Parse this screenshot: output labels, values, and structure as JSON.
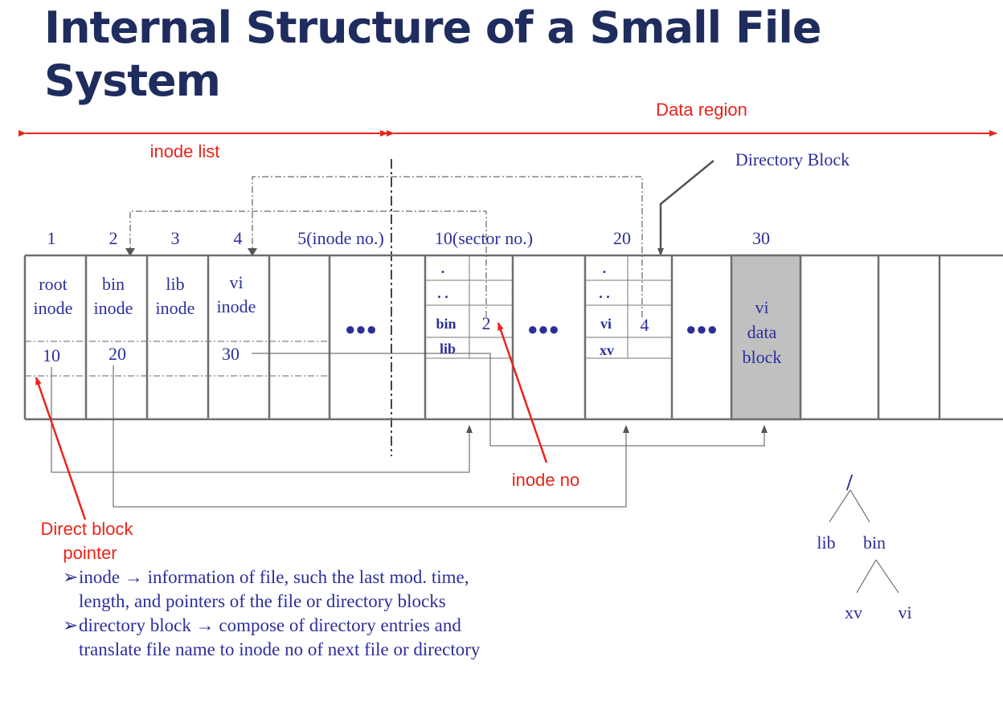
{
  "title": "Internal Structure of a Small File System",
  "labels": {
    "data_region": "Data region",
    "inode_list": "inode list",
    "directory_block": "Directory Block",
    "inode_no": "inode no",
    "direct_block_pointer_line1": "Direct block",
    "direct_block_pointer_line2": "pointer"
  },
  "column_numbers": [
    "1",
    "2",
    "3",
    "4",
    "5(inode no.)",
    "10(sector no.)",
    "20",
    "30"
  ],
  "inodes": [
    {
      "name_line1": "root",
      "name_line2": "inode",
      "pointer": "10"
    },
    {
      "name_line1": "bin",
      "name_line2": "inode",
      "pointer": "20"
    },
    {
      "name_line1": "lib",
      "name_line2": "inode",
      "pointer": ""
    },
    {
      "name_line1": "vi",
      "name_line2": "inode",
      "pointer": "30"
    }
  ],
  "dir_block_10": {
    "entries": [
      {
        "name": ".",
        "inode": ""
      },
      {
        "name": ". .",
        "inode": ""
      },
      {
        "name": "bin",
        "inode": "2"
      },
      {
        "name": "lib",
        "inode": ""
      }
    ]
  },
  "dir_block_20": {
    "entries": [
      {
        "name": ".",
        "inode": ""
      },
      {
        "name": ". .",
        "inode": ""
      },
      {
        "name": "vi",
        "inode": "4"
      },
      {
        "name": "xv",
        "inode": ""
      }
    ]
  },
  "data_block_30": {
    "line1": "vi",
    "line2": "data",
    "line3": "block"
  },
  "ellipsis": "●●●",
  "tree": {
    "root": "/",
    "children": [
      "lib",
      "bin"
    ],
    "bin_children": [
      "xv",
      "vi"
    ]
  },
  "notes": [
    {
      "bullet": "➢",
      "term": "inode",
      "arrow": "→",
      "text": "information of file, such the last mod. time,",
      "text2": "length, and pointers of the file or directory blocks"
    },
    {
      "bullet": "➢",
      "term": "directory block",
      "arrow": "→",
      "text": "compose of directory entries and",
      "text2": "translate file name to inode no of next file or directory"
    }
  ],
  "colors": {
    "title": "#1f2d5e",
    "annotation_red": "#e8251b",
    "diagram_blue": "#2b2f9a",
    "data_block_fill": "#c0c0c0"
  }
}
